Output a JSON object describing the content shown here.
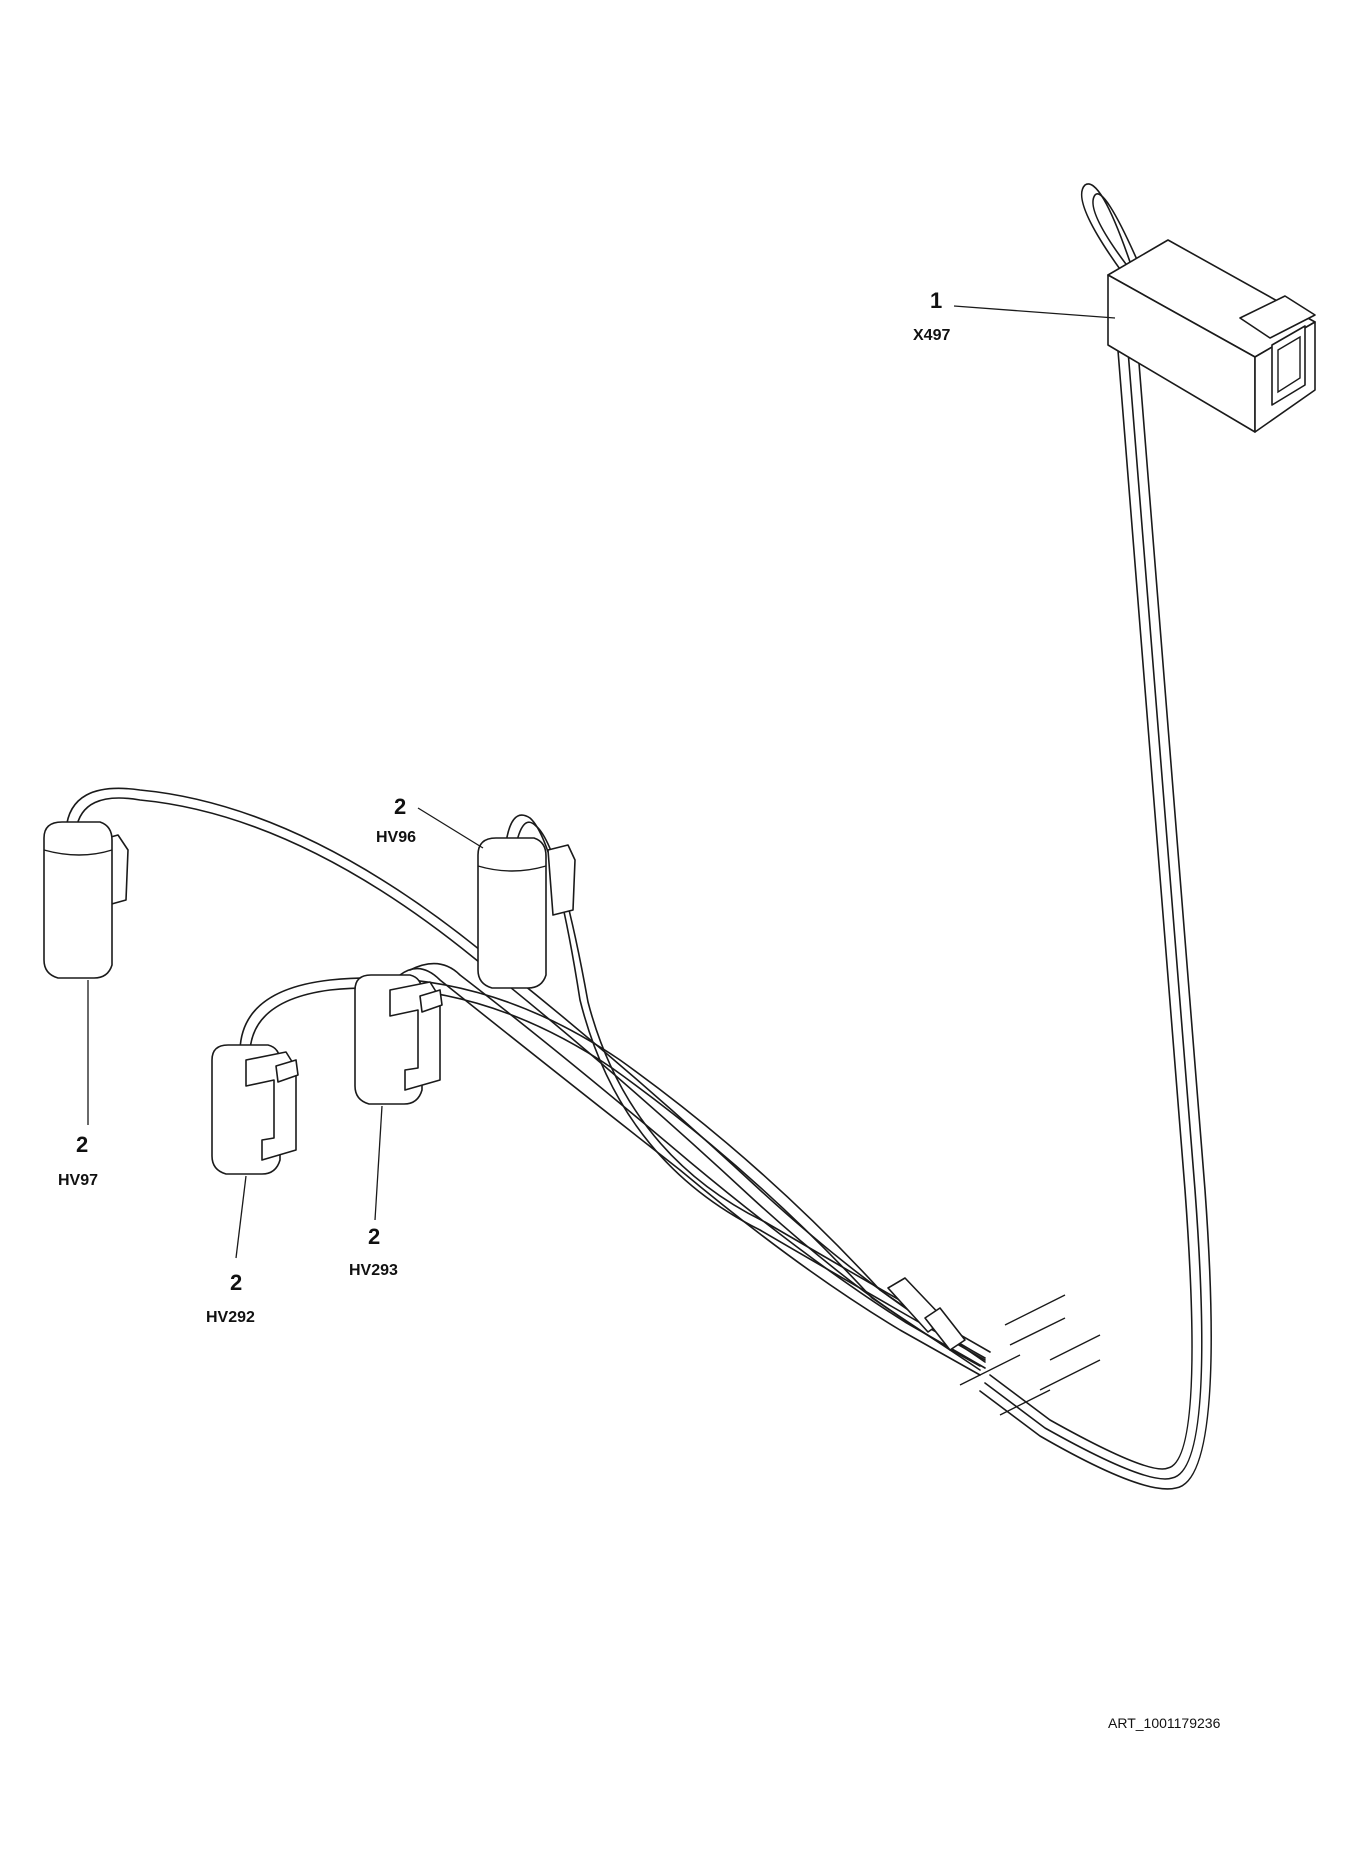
{
  "callouts": [
    {
      "number": "1",
      "code": "X497"
    },
    {
      "number": "2",
      "code": "HV96"
    },
    {
      "number": "2",
      "code": "HV97"
    },
    {
      "number": "2",
      "code": "HV292"
    },
    {
      "number": "2",
      "code": "HV293"
    }
  ],
  "art_reference": "ART_1001179236"
}
